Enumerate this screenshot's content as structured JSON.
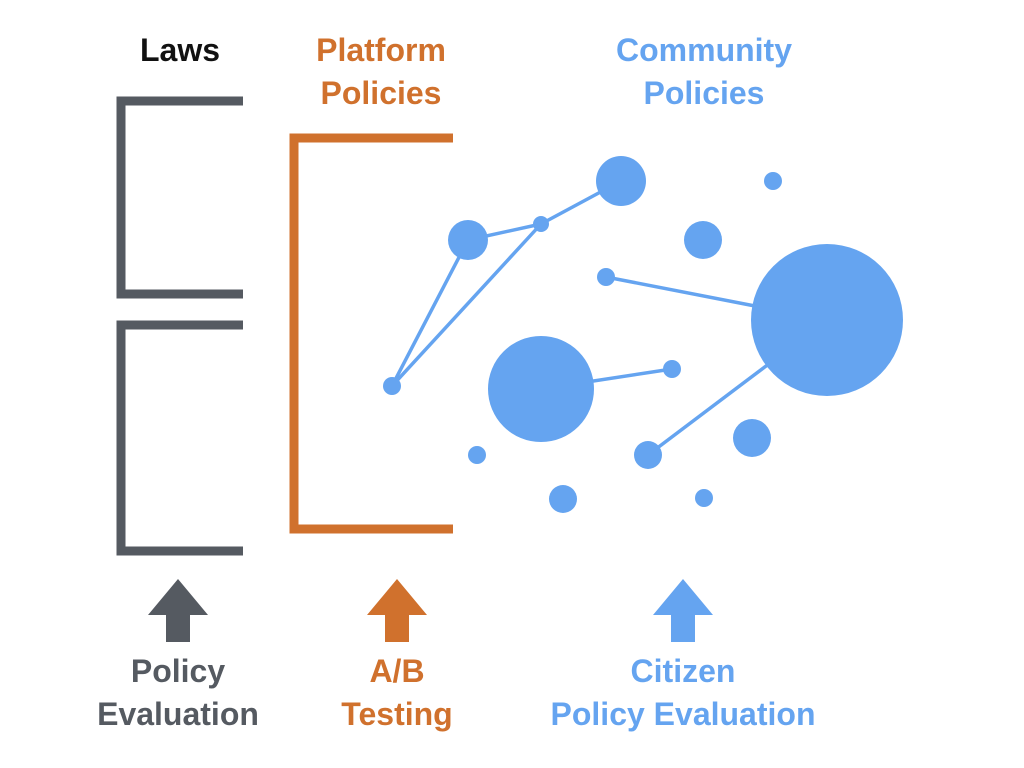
{
  "colors": {
    "laws": "#555a61",
    "platform": "#d0712d",
    "community": "#65a4f0",
    "background": "#ffffff"
  },
  "headers": {
    "laws": "Laws",
    "platform": "Platform\nPolicies",
    "community": "Community\nPolicies"
  },
  "bottom_labels": {
    "laws": "Policy\nEvaluation",
    "platform": "A/B\nTesting",
    "community": "Citizen\nPolicy Evaluation"
  },
  "icons": {
    "laws": "up-arrow-icon",
    "platform": "up-arrow-icon",
    "community": "up-arrow-icon"
  }
}
